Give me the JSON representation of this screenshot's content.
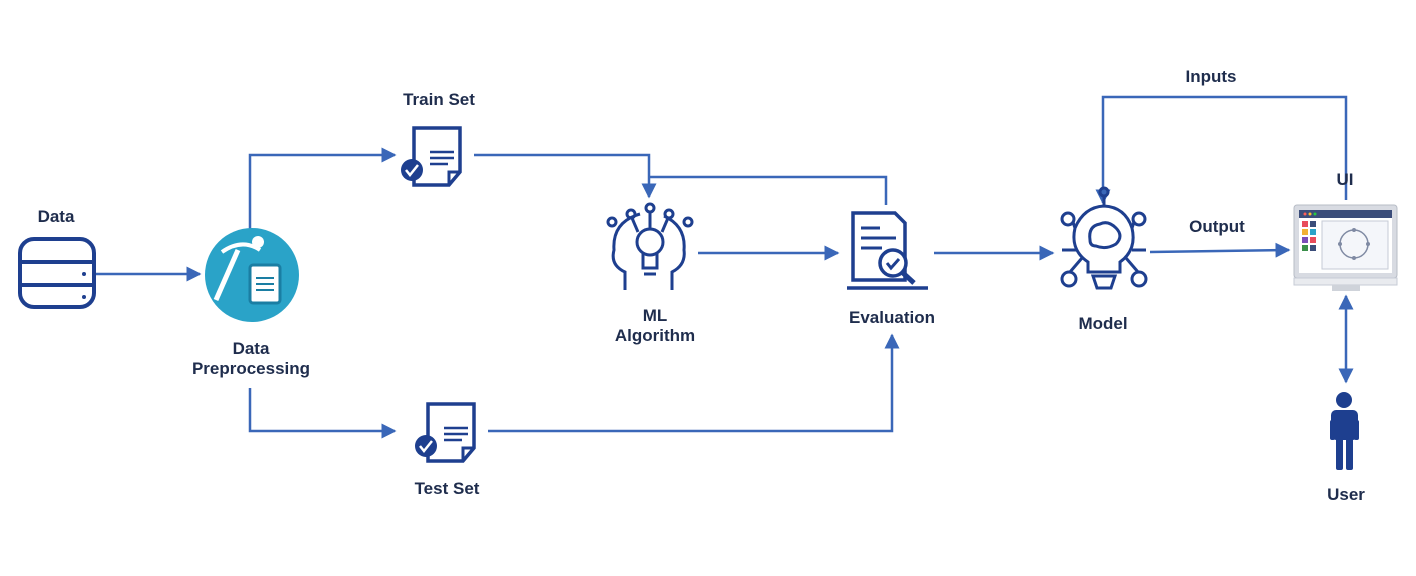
{
  "labels": {
    "data": "Data",
    "preprocessing_line1": "Data",
    "preprocessing_line2": "Preprocessing",
    "train_set": "Train Set",
    "test_set": "Test Set",
    "ml_line1": "ML",
    "ml_line2": "Algorithm",
    "evaluation": "Evaluation",
    "model": "Model",
    "inputs": "Inputs",
    "output": "Output",
    "ui": "UI",
    "user": "User"
  },
  "colors": {
    "arrow": "#3a67b8",
    "icon_navy": "#1e3f8f",
    "teal": "#2aa3c8",
    "text": "#1f2d4d"
  }
}
